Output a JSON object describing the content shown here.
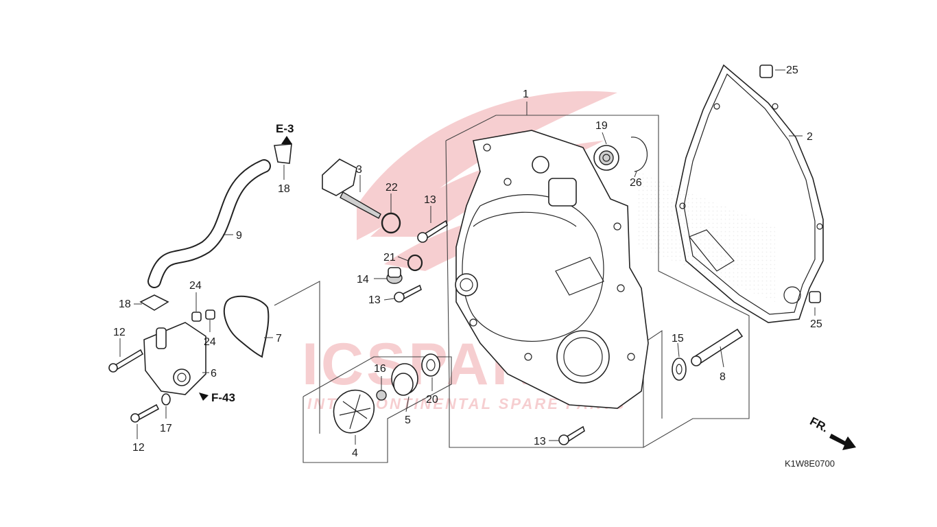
{
  "diagram": {
    "drawing_code": "K1W8E0700",
    "direction_label": "FR.",
    "watermark": {
      "brand": "ICSPARTS",
      "tagline": "INTERCONTINENTAL SPARE PARTS",
      "color": "#d8242c"
    },
    "references": [
      {
        "id": "ref-e3",
        "text": "E-3"
      },
      {
        "id": "ref-f43",
        "text": "F-43"
      }
    ],
    "callouts": [
      {
        "id": "c1",
        "text": "1"
      },
      {
        "id": "c2",
        "text": "2"
      },
      {
        "id": "c3",
        "text": "3"
      },
      {
        "id": "c4",
        "text": "4"
      },
      {
        "id": "c5",
        "text": "5"
      },
      {
        "id": "c6",
        "text": "6"
      },
      {
        "id": "c7",
        "text": "7"
      },
      {
        "id": "c8",
        "text": "8"
      },
      {
        "id": "c9",
        "text": "9"
      },
      {
        "id": "c12a",
        "text": "12"
      },
      {
        "id": "c12b",
        "text": "12"
      },
      {
        "id": "c13a",
        "text": "13"
      },
      {
        "id": "c13b",
        "text": "13"
      },
      {
        "id": "c13c",
        "text": "13"
      },
      {
        "id": "c14",
        "text": "14"
      },
      {
        "id": "c15",
        "text": "15"
      },
      {
        "id": "c16",
        "text": "16"
      },
      {
        "id": "c17",
        "text": "17"
      },
      {
        "id": "c18a",
        "text": "18"
      },
      {
        "id": "c18b",
        "text": "18"
      },
      {
        "id": "c19",
        "text": "19"
      },
      {
        "id": "c20",
        "text": "20"
      },
      {
        "id": "c21",
        "text": "21"
      },
      {
        "id": "c22",
        "text": "22"
      },
      {
        "id": "c24a",
        "text": "24"
      },
      {
        "id": "c24b",
        "text": "24"
      },
      {
        "id": "c25a",
        "text": "25"
      },
      {
        "id": "c25b",
        "text": "25"
      },
      {
        "id": "c26",
        "text": "26"
      }
    ]
  }
}
